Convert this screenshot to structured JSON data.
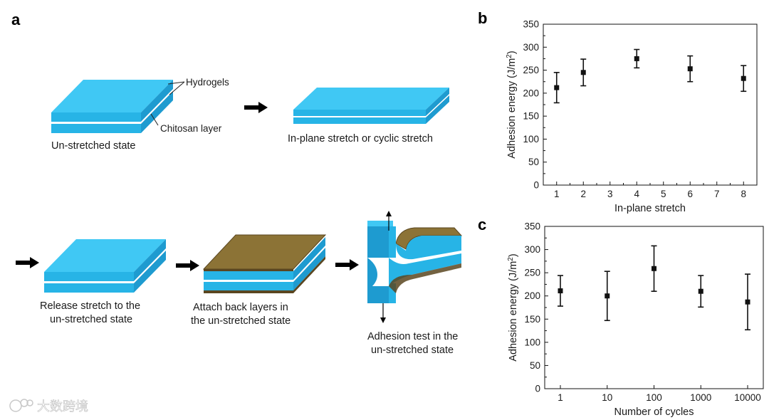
{
  "panels": {
    "a": "a",
    "b": "b",
    "c": "c"
  },
  "schematic": {
    "labels": {
      "hydrogels": "Hydrogels",
      "chitosan": "Chitosan layer",
      "unstretched": "Un-stretched state",
      "inplane": "In-plane stretch or cyclic stretch",
      "release_1": "Release stretch to the",
      "release_2": "un-stretched state",
      "attach_1": "Attach back layers in",
      "attach_2": "the un-stretched state",
      "adhesion_1": "Adhesion test in the",
      "adhesion_2": "un-stretched state"
    },
    "colors": {
      "hydrogel_top": "#40C8F4",
      "hydrogel_side": "#1E9BD0",
      "hydrogel_front": "#27B4E6",
      "backing": "#8C7336",
      "backing_edge": "#5A4620"
    }
  },
  "watermark": "大数跨境",
  "chart_data": [
    {
      "id": "b",
      "type": "scatter",
      "xlabel": "In-plane stretch",
      "ylabel_base": "Adhesion energy (J/m",
      "ylabel_sup": "2",
      "ylabel_end": ")",
      "xlim": [
        0.5,
        8.5
      ],
      "ylim": [
        0,
        350
      ],
      "xticks": [
        1,
        2,
        3,
        4,
        5,
        6,
        7,
        8
      ],
      "yticks": [
        0,
        50,
        100,
        150,
        200,
        250,
        300,
        350
      ],
      "points": [
        {
          "x": 1,
          "y": 212,
          "err": 33
        },
        {
          "x": 2,
          "y": 245,
          "err": 29
        },
        {
          "x": 4,
          "y": 275,
          "err": 20
        },
        {
          "x": 6,
          "y": 253,
          "err": 28
        },
        {
          "x": 8,
          "y": 232,
          "err": 28
        }
      ]
    },
    {
      "id": "c",
      "type": "scatter",
      "xlabel": "Number of cycles",
      "ylabel_base": "Adhesion energy (J/m",
      "ylabel_sup": "2",
      "ylabel_end": ")",
      "ylim": [
        0,
        350
      ],
      "categories": [
        "1",
        "10",
        "100",
        "1000",
        "10000"
      ],
      "yticks": [
        0,
        50,
        100,
        150,
        200,
        250,
        300,
        350
      ],
      "points": [
        {
          "x": "1",
          "y": 211,
          "err": 33
        },
        {
          "x": "10",
          "y": 200,
          "err": 53
        },
        {
          "x": "100",
          "y": 259,
          "err": 49
        },
        {
          "x": "1000",
          "y": 210,
          "err": 34
        },
        {
          "x": "10000",
          "y": 187,
          "err": 60
        }
      ]
    }
  ]
}
